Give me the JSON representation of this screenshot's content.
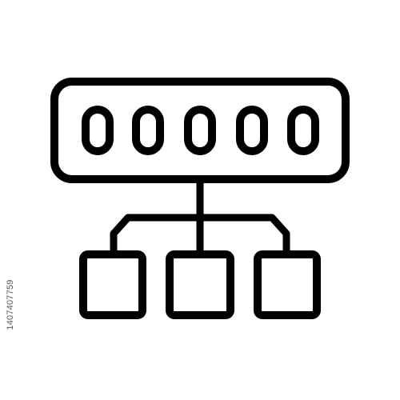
{
  "colors": {
    "background": "#ffffff",
    "stroke": "#000000",
    "id_text": "#555555"
  },
  "icon": {
    "name": "network-hub-icon",
    "display_ports": 5,
    "child_nodes": 3
  },
  "stock_id": "1407407759"
}
